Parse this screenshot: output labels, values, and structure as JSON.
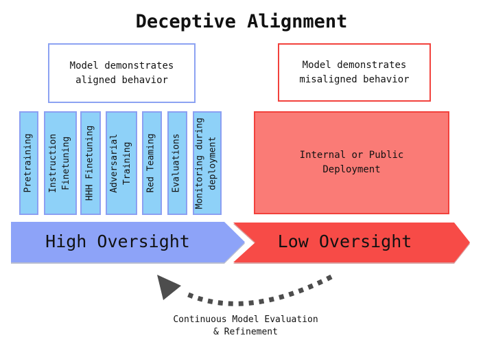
{
  "title": "Deceptive Alignment",
  "aligned_box": {
    "label": "Model demonstrates\naligned behavior"
  },
  "misaligned_box": {
    "label": "Model demonstrates\nmisaligned behavior"
  },
  "oversight_stages": {
    "items": [
      {
        "label": "Pretraining"
      },
      {
        "label": "Instruction\nFinetuning"
      },
      {
        "label": "HHH Finetuning"
      },
      {
        "label": "Adversarial\nTraining"
      },
      {
        "label": "Red Teaming"
      },
      {
        "label": "Evaluations"
      },
      {
        "label": "Monitoring during\ndeployment"
      }
    ]
  },
  "deployment_box": {
    "label": "Internal or Public\nDeployment"
  },
  "high_oversight_arrow": {
    "label": "High Oversight"
  },
  "low_oversight_arrow": {
    "label": "Low Oversight"
  },
  "feedback_loop": {
    "label": "Continuous Model Evaluation\n& Refinement"
  },
  "colors": {
    "blue_bar_fill": "#8ed1f8",
    "blue_border": "#8b9ff2",
    "blue_arrow": "#8da3f8",
    "red_border": "#f2413c",
    "red_box_fill": "#fa7b76",
    "red_arrow": "#f74b47",
    "feedback_arrow": "#4d4d4d",
    "text": "#111111",
    "background": "#ffffff"
  }
}
